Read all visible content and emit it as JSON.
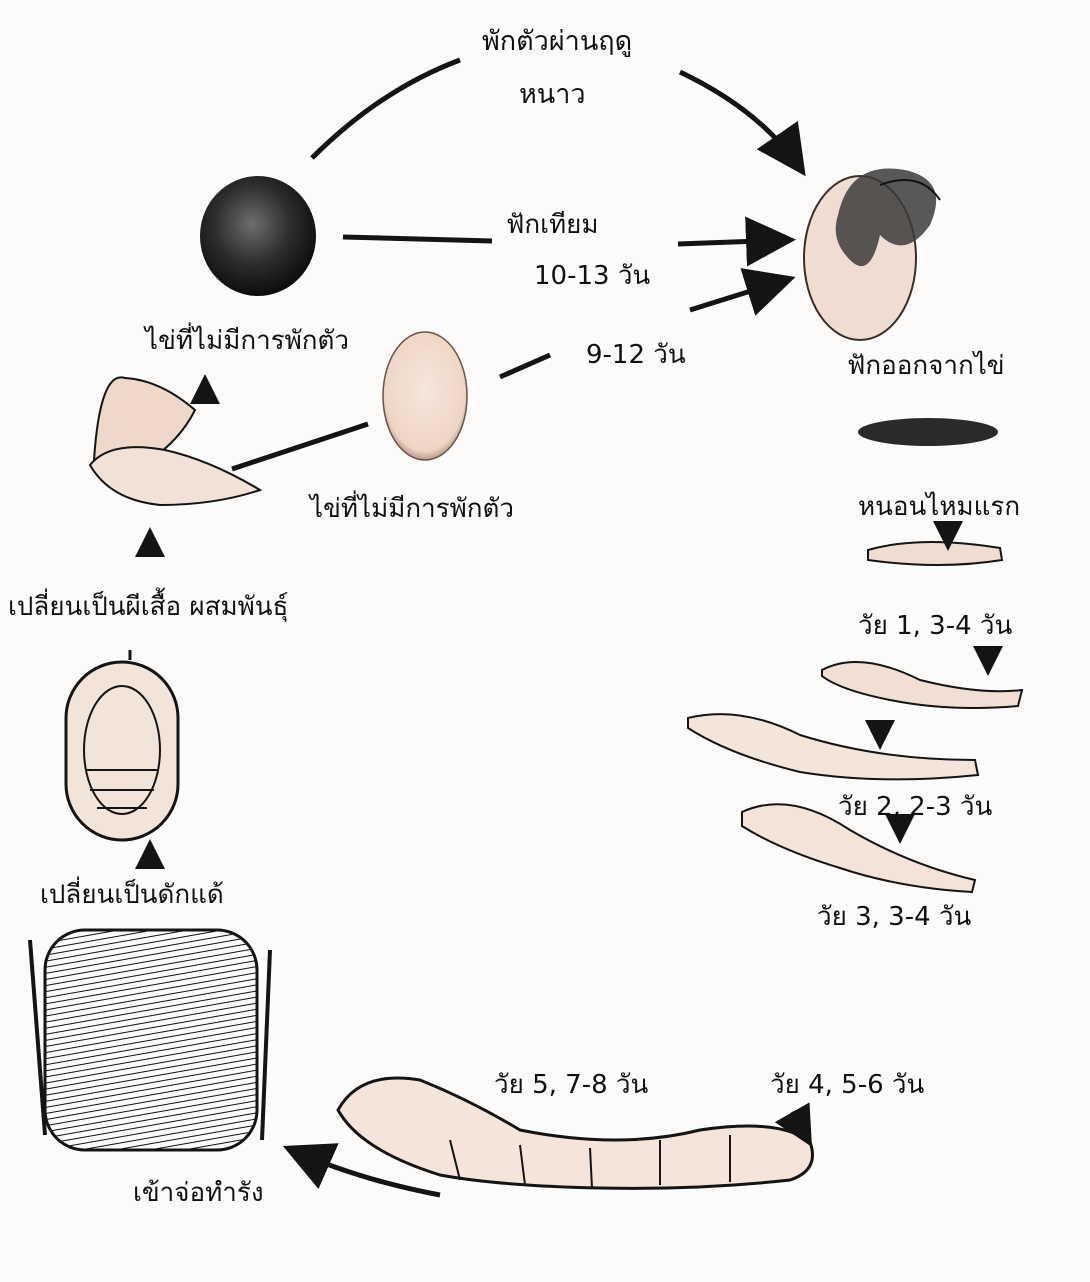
{
  "labels": {
    "dormancy_line1": "พักตัวผ่านฤดู",
    "dormancy_line2": "หนาว",
    "artificial_line1": "ฟักเทียม",
    "artificial_line2": "10-13 วัน",
    "natural_days": "9-12 วัน",
    "hatching": "ฟักออกจากไข่",
    "egg_no_dormancy_1": "ไข่ที่ไม่มีการพักตัว",
    "egg_no_dormancy_2": "ไข่ที่ไม่มีการพักตัว",
    "first_larva": "หนอนไหมแรก",
    "instar1": "วัย 1, 3-4 วัน",
    "instar2": "วัย 2, 2-3 วัน",
    "instar3": "วัย 3, 3-4 วัน",
    "instar4": "วัย 4, 5-6 วัน",
    "instar5": "วัย 5, 7-8 วัน",
    "moth": "เปลี่ยนเป็นผีเสื้อ ผสมพันธุ์",
    "pupa": "เปลี่ยนเป็นดักแด้",
    "cocoon": "เข้าจ่อทำรัง"
  },
  "colors": {
    "stroke": "#141414",
    "body_fill": "#f4e2d6",
    "egg_dark": "#2a2a2a",
    "egg_light": "#f1ddd0"
  }
}
